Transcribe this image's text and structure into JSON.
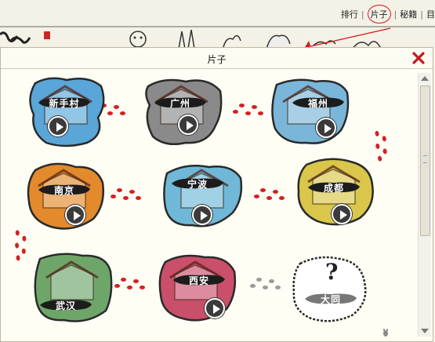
{
  "topnav": {
    "items": [
      {
        "label": "排行",
        "current": false
      },
      {
        "label": "片子",
        "current": true
      },
      {
        "label": "秘籍",
        "current": false
      },
      {
        "label": "目",
        "current": false
      }
    ]
  },
  "modal": {
    "title": "片子",
    "close_icon": "close-x-icon"
  },
  "cities": [
    {
      "label": "新手村",
      "locked": false,
      "color": "#5aa6d8"
    },
    {
      "label": "广州",
      "locked": false,
      "color": "#8a8a8a"
    },
    {
      "label": "福州",
      "locked": false,
      "color": "#7ab6d9"
    },
    {
      "label": "南京",
      "locked": false,
      "color": "#e28a2c"
    },
    {
      "label": "宁波",
      "locked": false,
      "color": "#6fb8d8"
    },
    {
      "label": "成都",
      "locked": false,
      "color": "#d9c64a"
    },
    {
      "label": "武汉",
      "locked": false,
      "color": "#6ea66a"
    },
    {
      "label": "西安",
      "locked": false,
      "color": "#c94f6a"
    },
    {
      "label": "大同",
      "locked": true,
      "color": "#f2f2f2"
    }
  ],
  "colors": {
    "accent": "#d9161b",
    "footprint_active": "#d42027",
    "footprint_locked": "#9a9a9a"
  }
}
